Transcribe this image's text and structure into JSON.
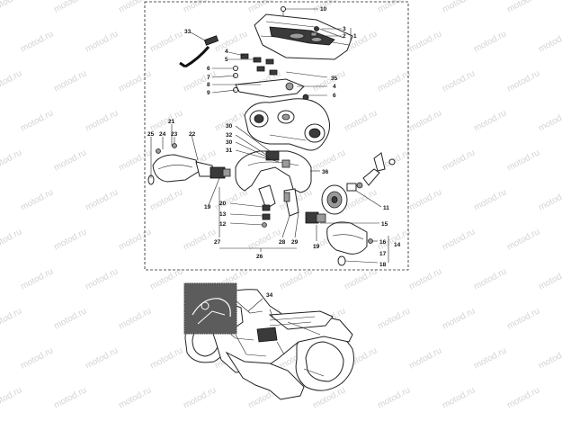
{
  "watermark": {
    "text": "motod.ru"
  },
  "labels": {
    "l10": "10",
    "l3": "3",
    "l2": "2",
    "l1": "1",
    "l33": "33",
    "l4a": "4",
    "l5": "5",
    "l6a": "6",
    "l7": "7",
    "l8": "8",
    "l9": "9",
    "l35": "35",
    "l4b": "4",
    "l6b": "6",
    "l21": "21",
    "l25": "25",
    "l24": "24",
    "l23": "23",
    "l22": "22",
    "l30a": "30",
    "l32": "32",
    "l30b": "30",
    "l31": "31",
    "l36": "36",
    "l11": "11",
    "l19a": "19",
    "l20": "20",
    "l13": "13",
    "l12": "12",
    "l15": "15",
    "l27": "27",
    "l28": "28",
    "l29": "29",
    "l19b": "19",
    "l16": "16",
    "l14": "14",
    "l17": "17",
    "l18": "18",
    "l26": "26",
    "l34": "34"
  },
  "colors": {
    "line": "#222222",
    "watermark": "#d4d4d4",
    "background": "#ffffff"
  }
}
